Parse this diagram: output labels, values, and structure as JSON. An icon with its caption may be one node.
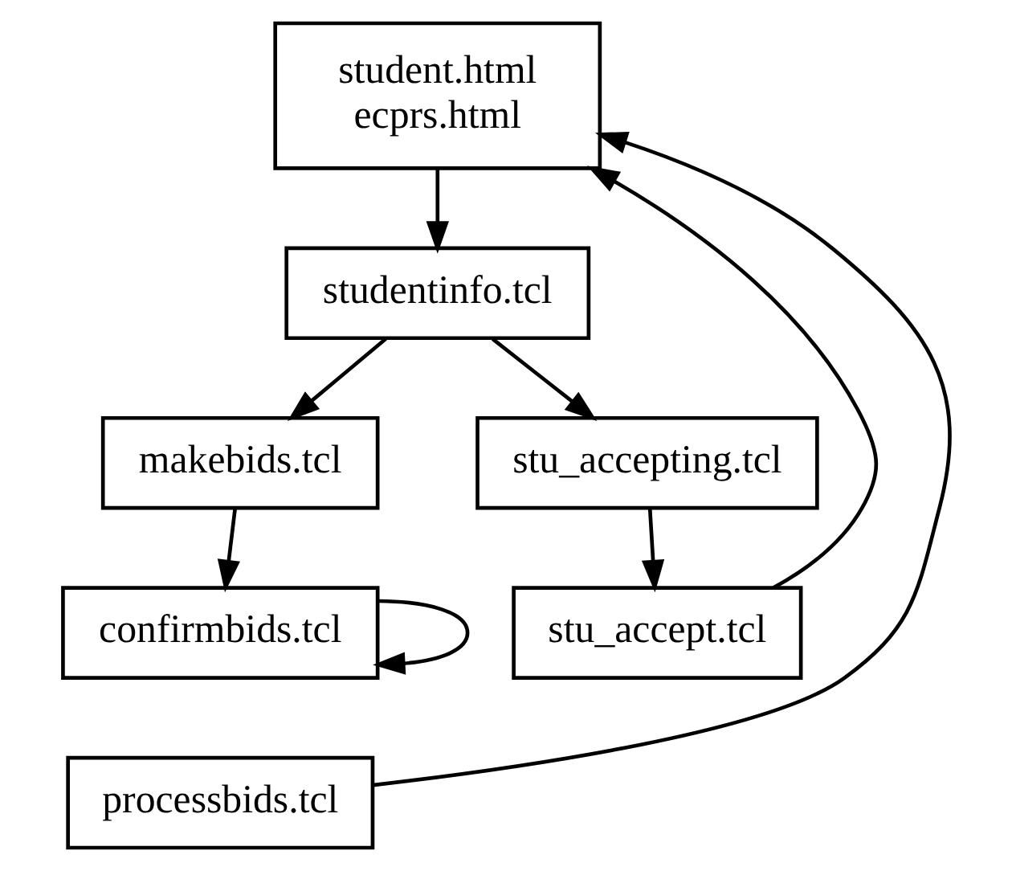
{
  "diagram": {
    "nodes": [
      {
        "text": [
          "student.html",
          "ecprs.html"
        ]
      },
      {
        "text": [
          "studentinfo.tcl"
        ]
      },
      {
        "text": [
          "makebids.tcl"
        ]
      },
      {
        "text": [
          "stu_accepting.tcl"
        ]
      },
      {
        "text": [
          "confirmbids.tcl"
        ]
      },
      {
        "text": [
          "stu_accept.tcl"
        ]
      },
      {
        "text": [
          "processbids.tcl"
        ]
      }
    ],
    "edges": [
      {
        "from": 0,
        "to": 1,
        "arrow": "to"
      },
      {
        "from": 1,
        "to": 2,
        "arrow": "to"
      },
      {
        "from": 1,
        "to": 3,
        "arrow": "to"
      },
      {
        "from": 2,
        "to": 4,
        "arrow": "to"
      },
      {
        "from": 3,
        "to": 5,
        "arrow": "to"
      },
      {
        "from": 4,
        "to": 4,
        "arrow": "to"
      },
      {
        "from": 5,
        "to": 0,
        "arrow": "to"
      },
      {
        "from": 6,
        "to": 0,
        "arrow": "to"
      }
    ]
  }
}
